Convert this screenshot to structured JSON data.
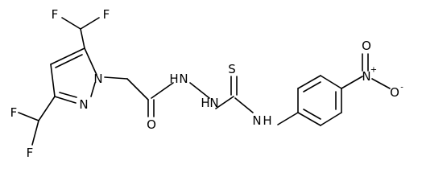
{
  "labels": {
    "f_top_left": "F",
    "f_top_right": "F",
    "f_bottom_left": "F",
    "f_bottom_right": "F",
    "n_ring_1": "N",
    "n_ring_2": "N",
    "o_carbonyl": "O",
    "nh_hydrazide_1": "H",
    "n_hydrazide_1": "N",
    "nh_hydrazide_2": "H",
    "n_hydrazide_2": "N",
    "s_thio": "S",
    "n_amide": "N",
    "h_amide": "H",
    "n_nitro": "N",
    "n_nitro_charge": "+",
    "o_nitro_top": "O",
    "o_nitro_right": "O",
    "o_nitro_charge": "-"
  }
}
